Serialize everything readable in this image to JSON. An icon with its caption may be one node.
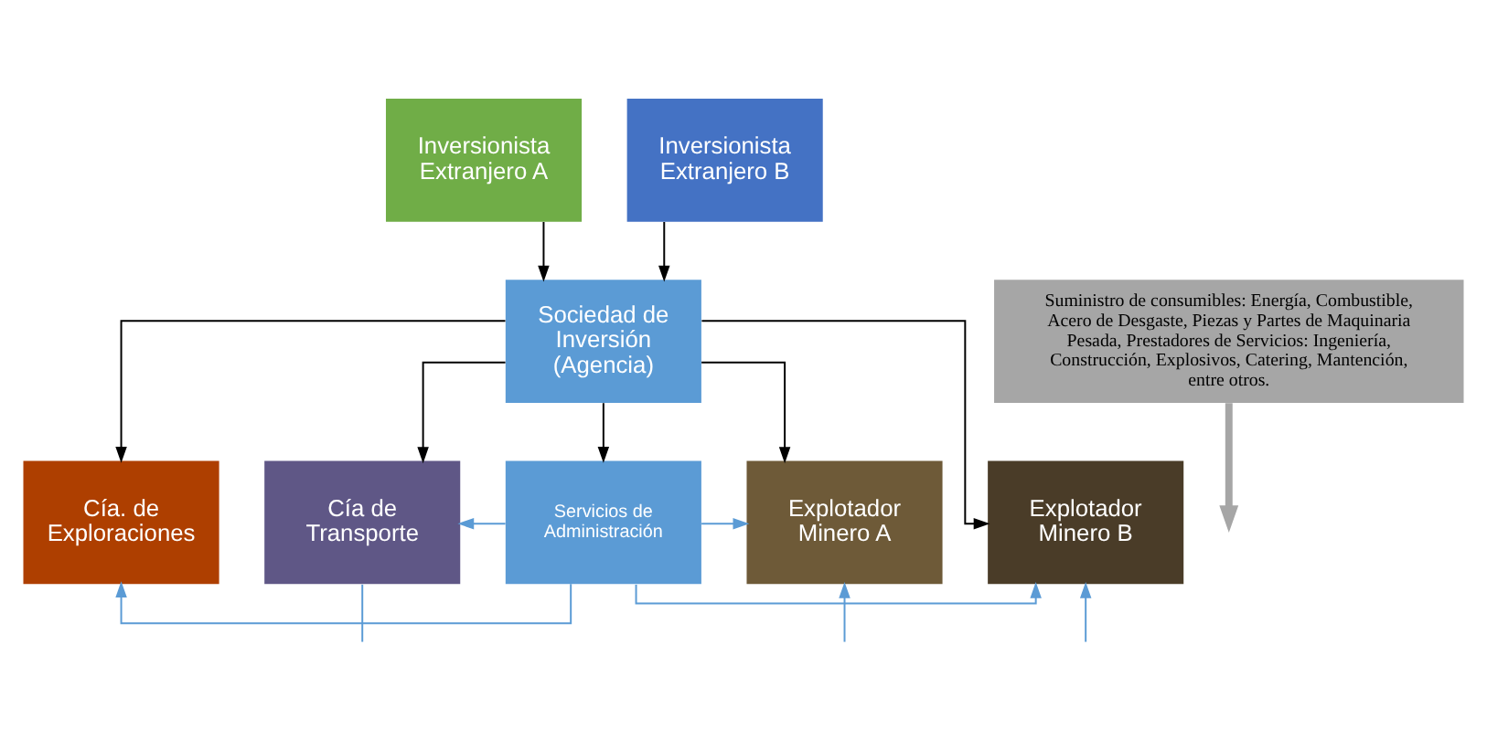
{
  "diagram": {
    "nodes": [
      {
        "text": [
          "Inversionista Extranjero A"
        ]
      },
      {
        "text": [
          "Inversionista Extranjero B"
        ]
      },
      {
        "text": [
          "Sociedad de Inversión (Agencia)"
        ]
      },
      {
        "text": [
          "Suministro de consumibles: Energía, Combustible, Acero de Desgaste, Piezas y Partes de Maquinaria Pesada, Prestadores de Servicios: Ingeniería, Construcción, Explosivos, Catering, Mantención, entre otros."
        ]
      },
      {
        "text": [
          "Cía. de Exploraciones"
        ]
      },
      {
        "text": [
          "Cía de Transporte"
        ]
      },
      {
        "text": [
          "Servicios de Administración"
        ]
      },
      {
        "text": [
          "Explotador Minero A"
        ]
      },
      {
        "text": [
          "Explotador Minero B"
        ]
      }
    ],
    "edges": [
      {
        "from": 0,
        "to": 2,
        "arrow": "to"
      },
      {
        "from": 1,
        "to": 2,
        "arrow": "to"
      },
      {
        "from": 2,
        "to": 4,
        "arrow": "to"
      },
      {
        "from": 2,
        "to": 5,
        "arrow": "to"
      },
      {
        "from": 2,
        "to": 6,
        "arrow": "to"
      },
      {
        "from": 2,
        "to": 7,
        "arrow": "to"
      },
      {
        "from": 2,
        "to": 8,
        "arrow": "to"
      },
      {
        "from": 3,
        "to": null,
        "arrow": "to",
        "style": "thick",
        "color": "#a6a6a6"
      },
      {
        "from": 6,
        "to": 5,
        "arrow": "to",
        "color": "#5b9bd5"
      },
      {
        "from": 6,
        "to": 7,
        "arrow": "to",
        "color": "#5b9bd5"
      },
      {
        "from": 6,
        "to": 4,
        "arrow": "to",
        "color": "#5b9bd5"
      },
      {
        "from": 6,
        "to": 8,
        "arrow": "to",
        "color": "#5b9bd5"
      },
      {
        "from": null,
        "to": 5,
        "arrow": "none",
        "color": "#5b9bd5"
      },
      {
        "from": null,
        "to": 7,
        "arrow": "to",
        "color": "#5b9bd5"
      },
      {
        "from": null,
        "to": 8,
        "arrow": "to",
        "color": "#5b9bd5"
      }
    ]
  }
}
